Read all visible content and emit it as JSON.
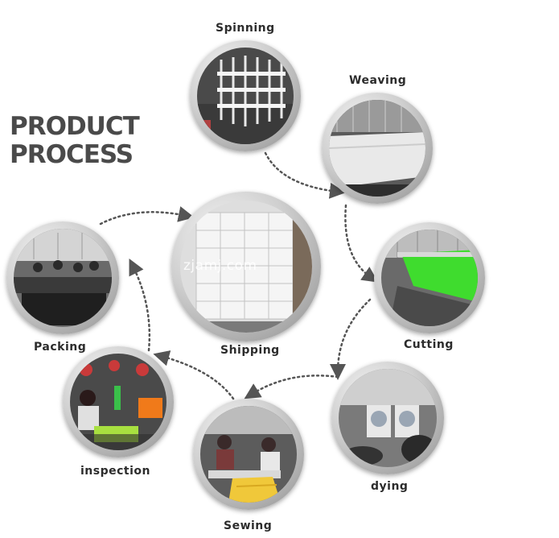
{
  "title": {
    "line1": "PRODUCT",
    "line2": "PROCESS"
  },
  "watermark": "zjamj.com",
  "steps": [
    {
      "id": "spinning",
      "label": "Spinning"
    },
    {
      "id": "weaving",
      "label": "Weaving"
    },
    {
      "id": "cutting",
      "label": "Cutting"
    },
    {
      "id": "dying",
      "label": "dying"
    },
    {
      "id": "sewing",
      "label": "Sewing"
    },
    {
      "id": "inspection",
      "label": "inspection"
    },
    {
      "id": "packing",
      "label": "Packing"
    },
    {
      "id": "shipping",
      "label": "Shipping"
    }
  ]
}
